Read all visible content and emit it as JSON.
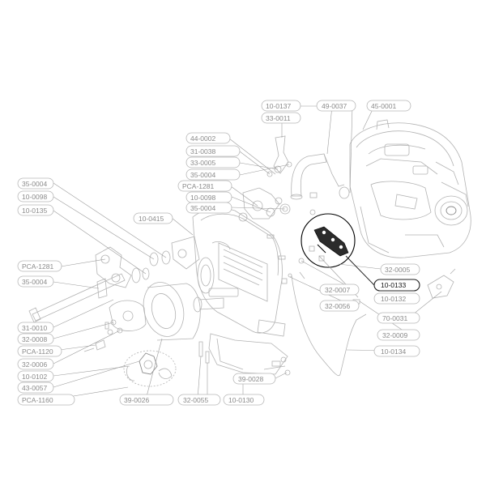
{
  "diagram": {
    "callouts": [
      {
        "id": "c-10-0137",
        "label": "10-0137"
      },
      {
        "id": "c-49-0037",
        "label": "49-0037"
      },
      {
        "id": "c-45-0001",
        "label": "45-0001"
      },
      {
        "id": "c-33-0011",
        "label": "33-0011"
      },
      {
        "id": "c-44-0002",
        "label": "44-0002"
      },
      {
        "id": "c-31-0038",
        "label": "31-0038"
      },
      {
        "id": "c-33-0005",
        "label": "33-0005"
      },
      {
        "id": "c-35-0004-a",
        "label": "35-0004"
      },
      {
        "id": "c-PCA-1281-a",
        "label": "PCA-1281"
      },
      {
        "id": "c-10-0098-a",
        "label": "10-0098"
      },
      {
        "id": "c-35-0004-b",
        "label": "35-0004"
      },
      {
        "id": "c-35-0004-c",
        "label": "35-0004"
      },
      {
        "id": "c-10-0098-b",
        "label": "10-0098"
      },
      {
        "id": "c-10-0135",
        "label": "10-0135"
      },
      {
        "id": "c-10-0415",
        "label": "10-0415"
      },
      {
        "id": "c-PCA-1281-b",
        "label": "PCA-1281"
      },
      {
        "id": "c-35-0004-d",
        "label": "35-0004"
      },
      {
        "id": "c-32-0005",
        "label": "32-0005"
      },
      {
        "id": "c-10-0133",
        "label": "10-0133",
        "highlight": true
      },
      {
        "id": "c-32-0007",
        "label": "32-0007"
      },
      {
        "id": "c-10-0132",
        "label": "10-0132"
      },
      {
        "id": "c-32-0056",
        "label": "32-0056"
      },
      {
        "id": "c-70-0031",
        "label": "70-0031"
      },
      {
        "id": "c-31-0010",
        "label": "31-0010"
      },
      {
        "id": "c-32-0008",
        "label": "32-0008"
      },
      {
        "id": "c-32-0009",
        "label": "32-0009"
      },
      {
        "id": "c-PCA-1120",
        "label": "PCA-1120"
      },
      {
        "id": "c-10-0134",
        "label": "10-0134"
      },
      {
        "id": "c-32-0006",
        "label": "32-0006"
      },
      {
        "id": "c-10-0102",
        "label": "10-0102"
      },
      {
        "id": "c-39-0028",
        "label": "39-0028"
      },
      {
        "id": "c-43-0057",
        "label": "43-0057"
      },
      {
        "id": "c-PCA-1160",
        "label": "PCA-1160"
      },
      {
        "id": "c-39-0026",
        "label": "39-0026"
      },
      {
        "id": "c-32-0055",
        "label": "32-0055"
      },
      {
        "id": "c-10-0130",
        "label": "10-0130"
      }
    ]
  }
}
